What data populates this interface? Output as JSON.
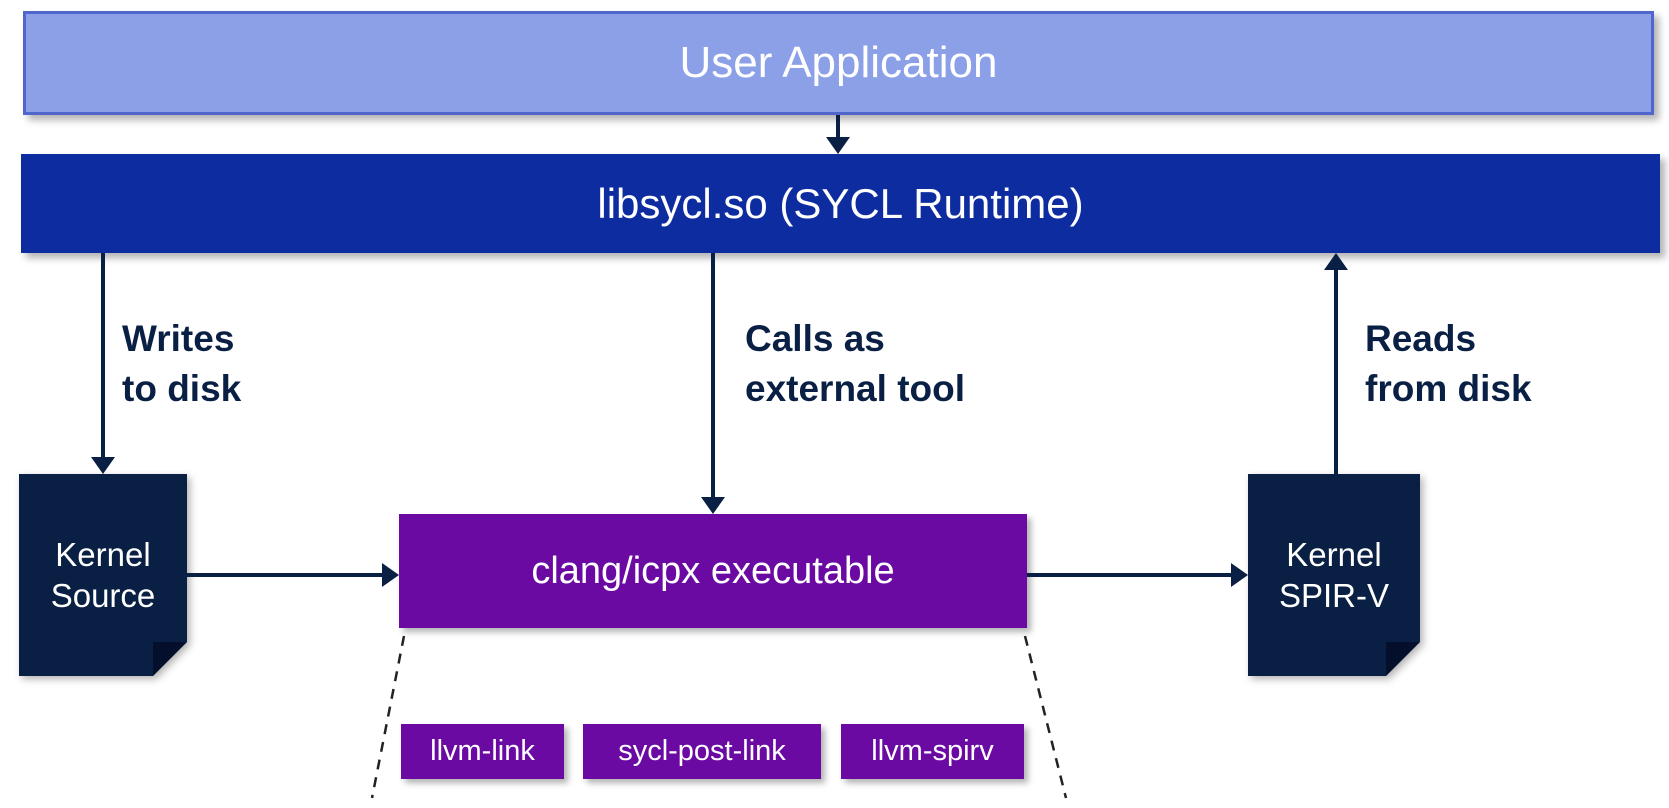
{
  "nodes": {
    "user_application": {
      "label": "User Application"
    },
    "sycl_runtime": {
      "label": "libsycl.so (SYCL Runtime)"
    },
    "kernel_source": {
      "label": "Kernel\nSource"
    },
    "clang_executable": {
      "label": "clang/icpx executable"
    },
    "kernel_spirv": {
      "label": "Kernel\nSPIR-V"
    }
  },
  "edge_labels": {
    "writes_to_disk": "Writes\nto disk",
    "calls_external": "Calls as\nexternal tool",
    "reads_from_disk": "Reads\nfrom disk"
  },
  "subtools": [
    {
      "label": "llvm-link"
    },
    {
      "label": "sycl-post-link"
    },
    {
      "label": "llvm-spirv"
    }
  ],
  "colors": {
    "user_application_fill": "#8CA0E8",
    "user_application_border": "#5066CC",
    "runtime_fill": "#0D2CA0",
    "document_fill": "#0A1F44",
    "purple_fill": "#6B0AA2",
    "arrow": "#0A1F44",
    "label_text": "#0A1F44",
    "node_text": "#FFFFFF",
    "background": "#FFFFFF"
  }
}
